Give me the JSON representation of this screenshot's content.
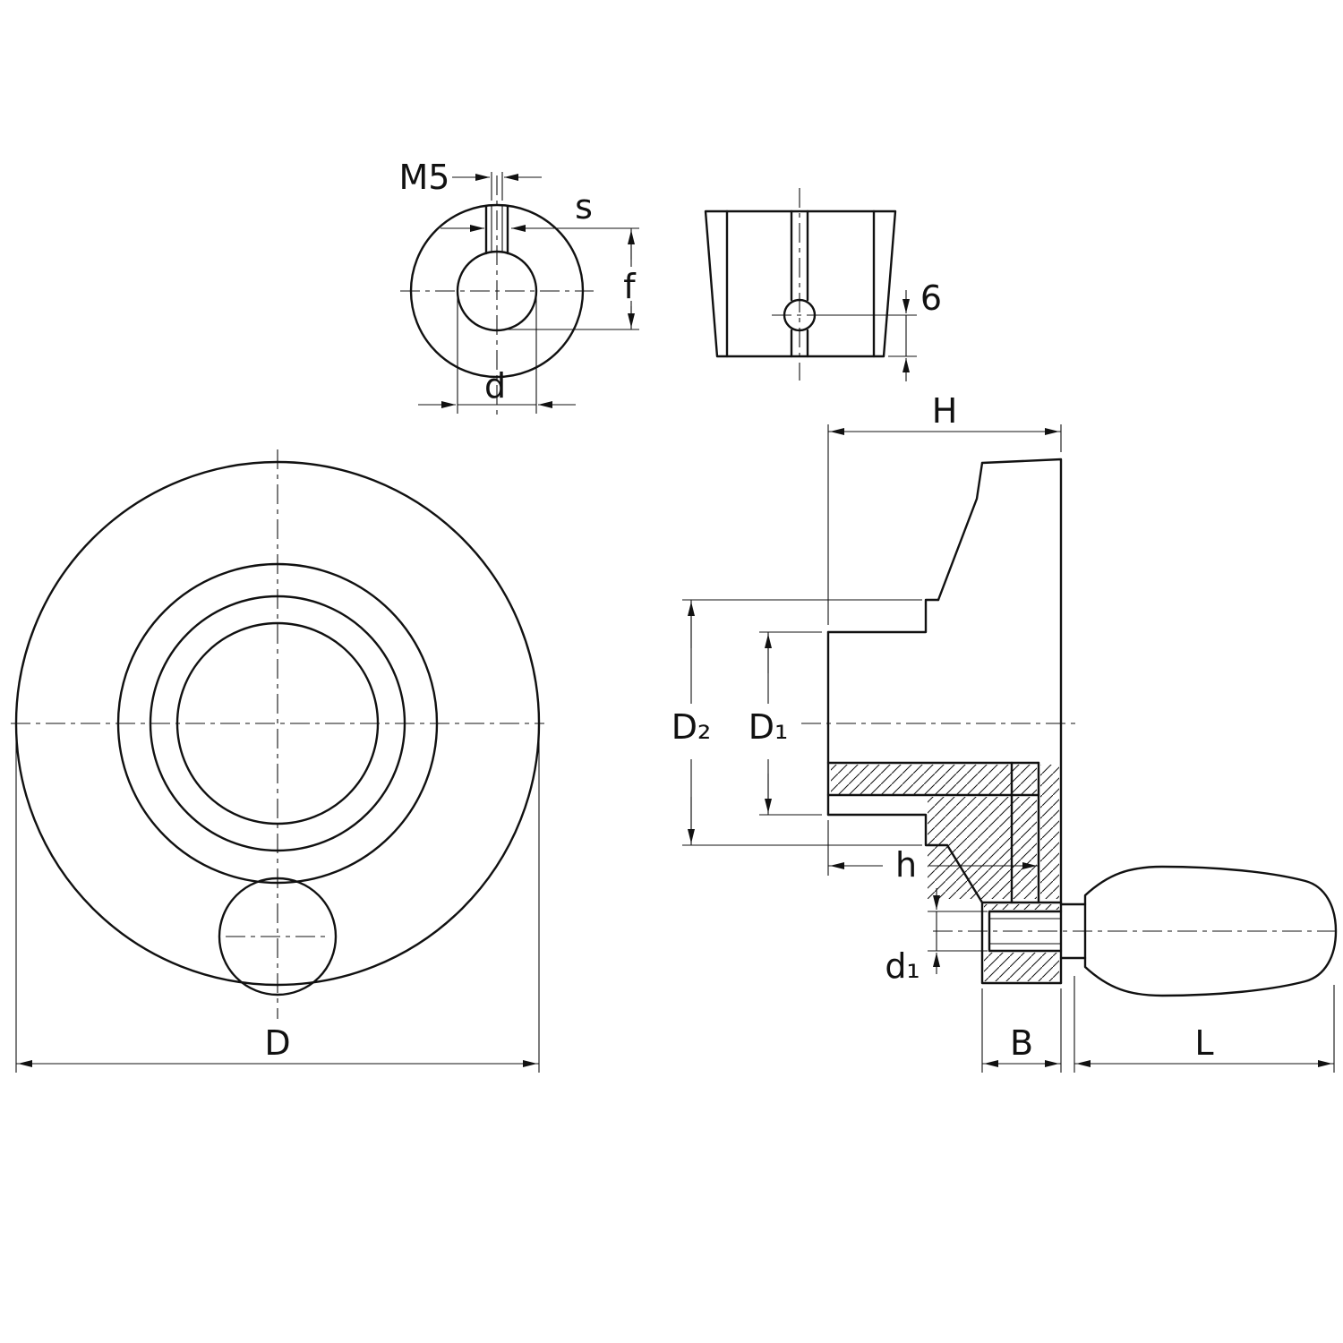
{
  "drawing": {
    "type": "technical-dimension-drawing",
    "views": [
      "collar-front",
      "collar-side",
      "handwheel-front",
      "handwheel-section-with-handle"
    ],
    "labels": {
      "m5": "M5",
      "s": "s",
      "f": "f",
      "d": "d",
      "hole_height": "6",
      "H": "H",
      "D2": "D₂",
      "D1": "D₁",
      "h": "h",
      "d1": "d₁",
      "B": "B",
      "L": "L",
      "D": "D"
    },
    "colors": {
      "line": "#111111",
      "background": "#ffffff"
    }
  }
}
